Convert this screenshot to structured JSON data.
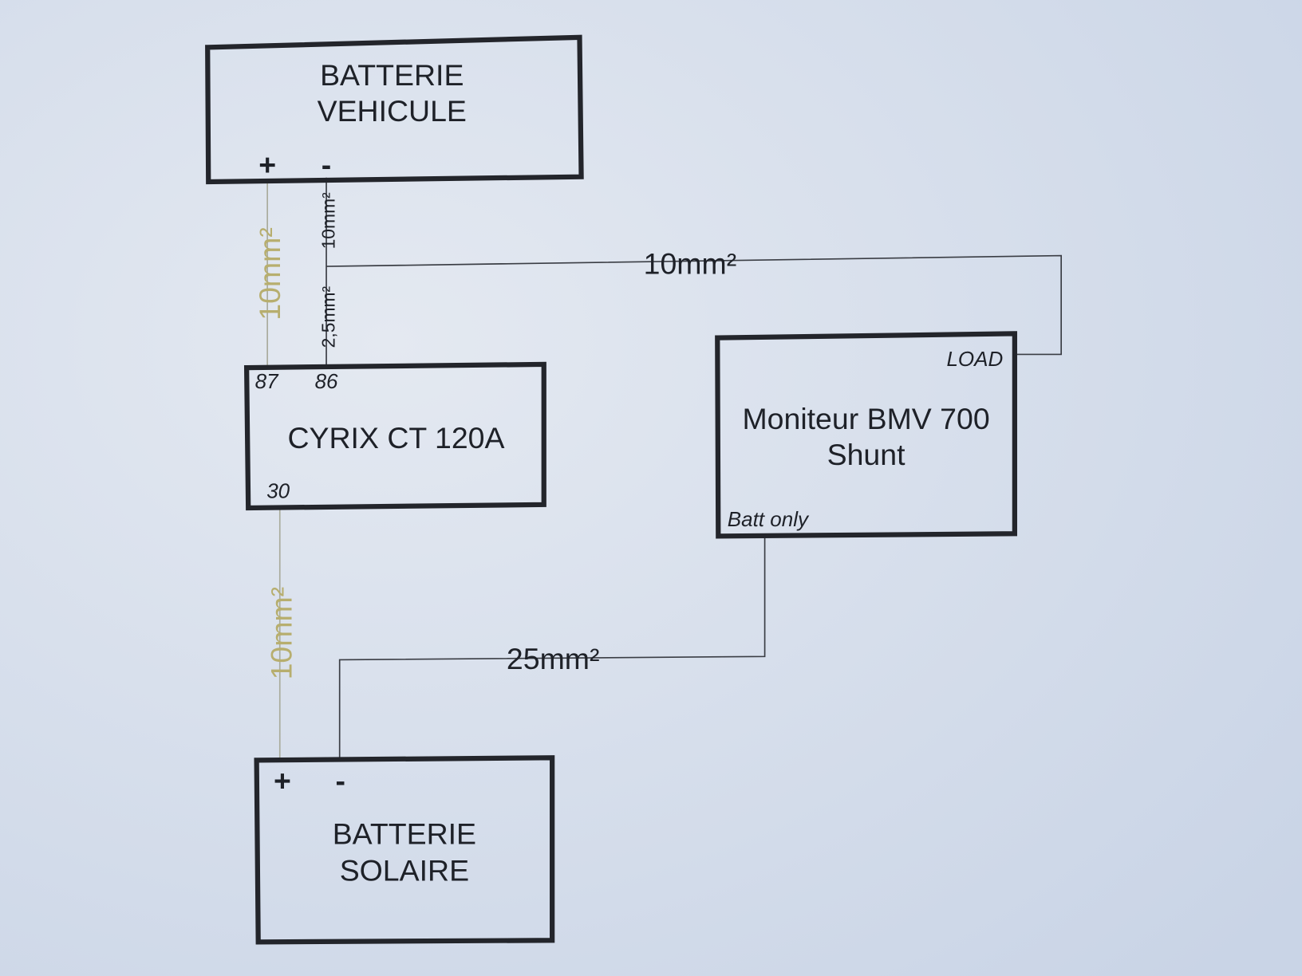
{
  "colors": {
    "paper": "#d9e1ec",
    "ink": "#23252b",
    "yellow_label": "#b7ae6e"
  },
  "vehicle_battery": {
    "line1": "BATTERIE",
    "line2": "VEHICULE",
    "plus": "+",
    "minus": "-"
  },
  "cyrix": {
    "title": "CYRIX CT 120A",
    "pin_87": "87",
    "pin_86": "86",
    "pin_30": "30"
  },
  "bmv": {
    "line1": "Moniteur BMV 700",
    "line2": "Shunt",
    "load": "LOAD",
    "batt_only": "Batt only"
  },
  "solar_battery": {
    "line1": "BATTERIE",
    "line2": "SOLAIRE",
    "plus": "+",
    "minus": "-"
  },
  "wires": {
    "plus_to_87": "10mm²",
    "minus_upper": "10mm²",
    "minus_to_86": "2,5mm²",
    "minus_to_load": "10mm²",
    "pin30_to_solar_plus": "10mm²",
    "battonly_to_solar_minus": "25mm²"
  }
}
